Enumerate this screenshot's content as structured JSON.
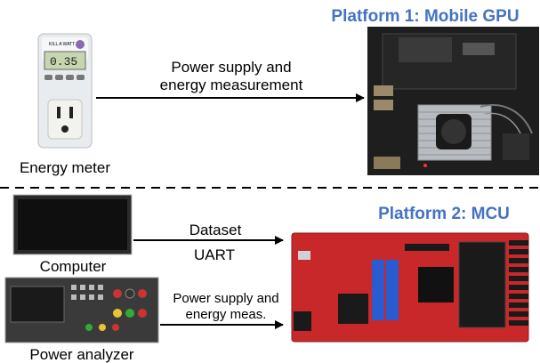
{
  "platform1": {
    "title": "Platform 1: Mobile GPU"
  },
  "platform2": {
    "title": "Platform 2: MCU"
  },
  "top": {
    "meter_label": "Energy meter",
    "meter_display": "0.35",
    "meter_brand": "KILL A WATT",
    "arrow_label_line1": "Power supply and",
    "arrow_label_line2": "energy measurement"
  },
  "bottom": {
    "computer_label": "Computer",
    "analyzer_label": "Power analyzer",
    "dataset_label": "Dataset",
    "uart_label": "UART",
    "power_label_line1": "Power supply and",
    "power_label_line2": "energy meas."
  },
  "colors": {
    "title": "#4472C4",
    "mcu_board": "#C8282A",
    "gpu_board": "#2a2a2a"
  }
}
